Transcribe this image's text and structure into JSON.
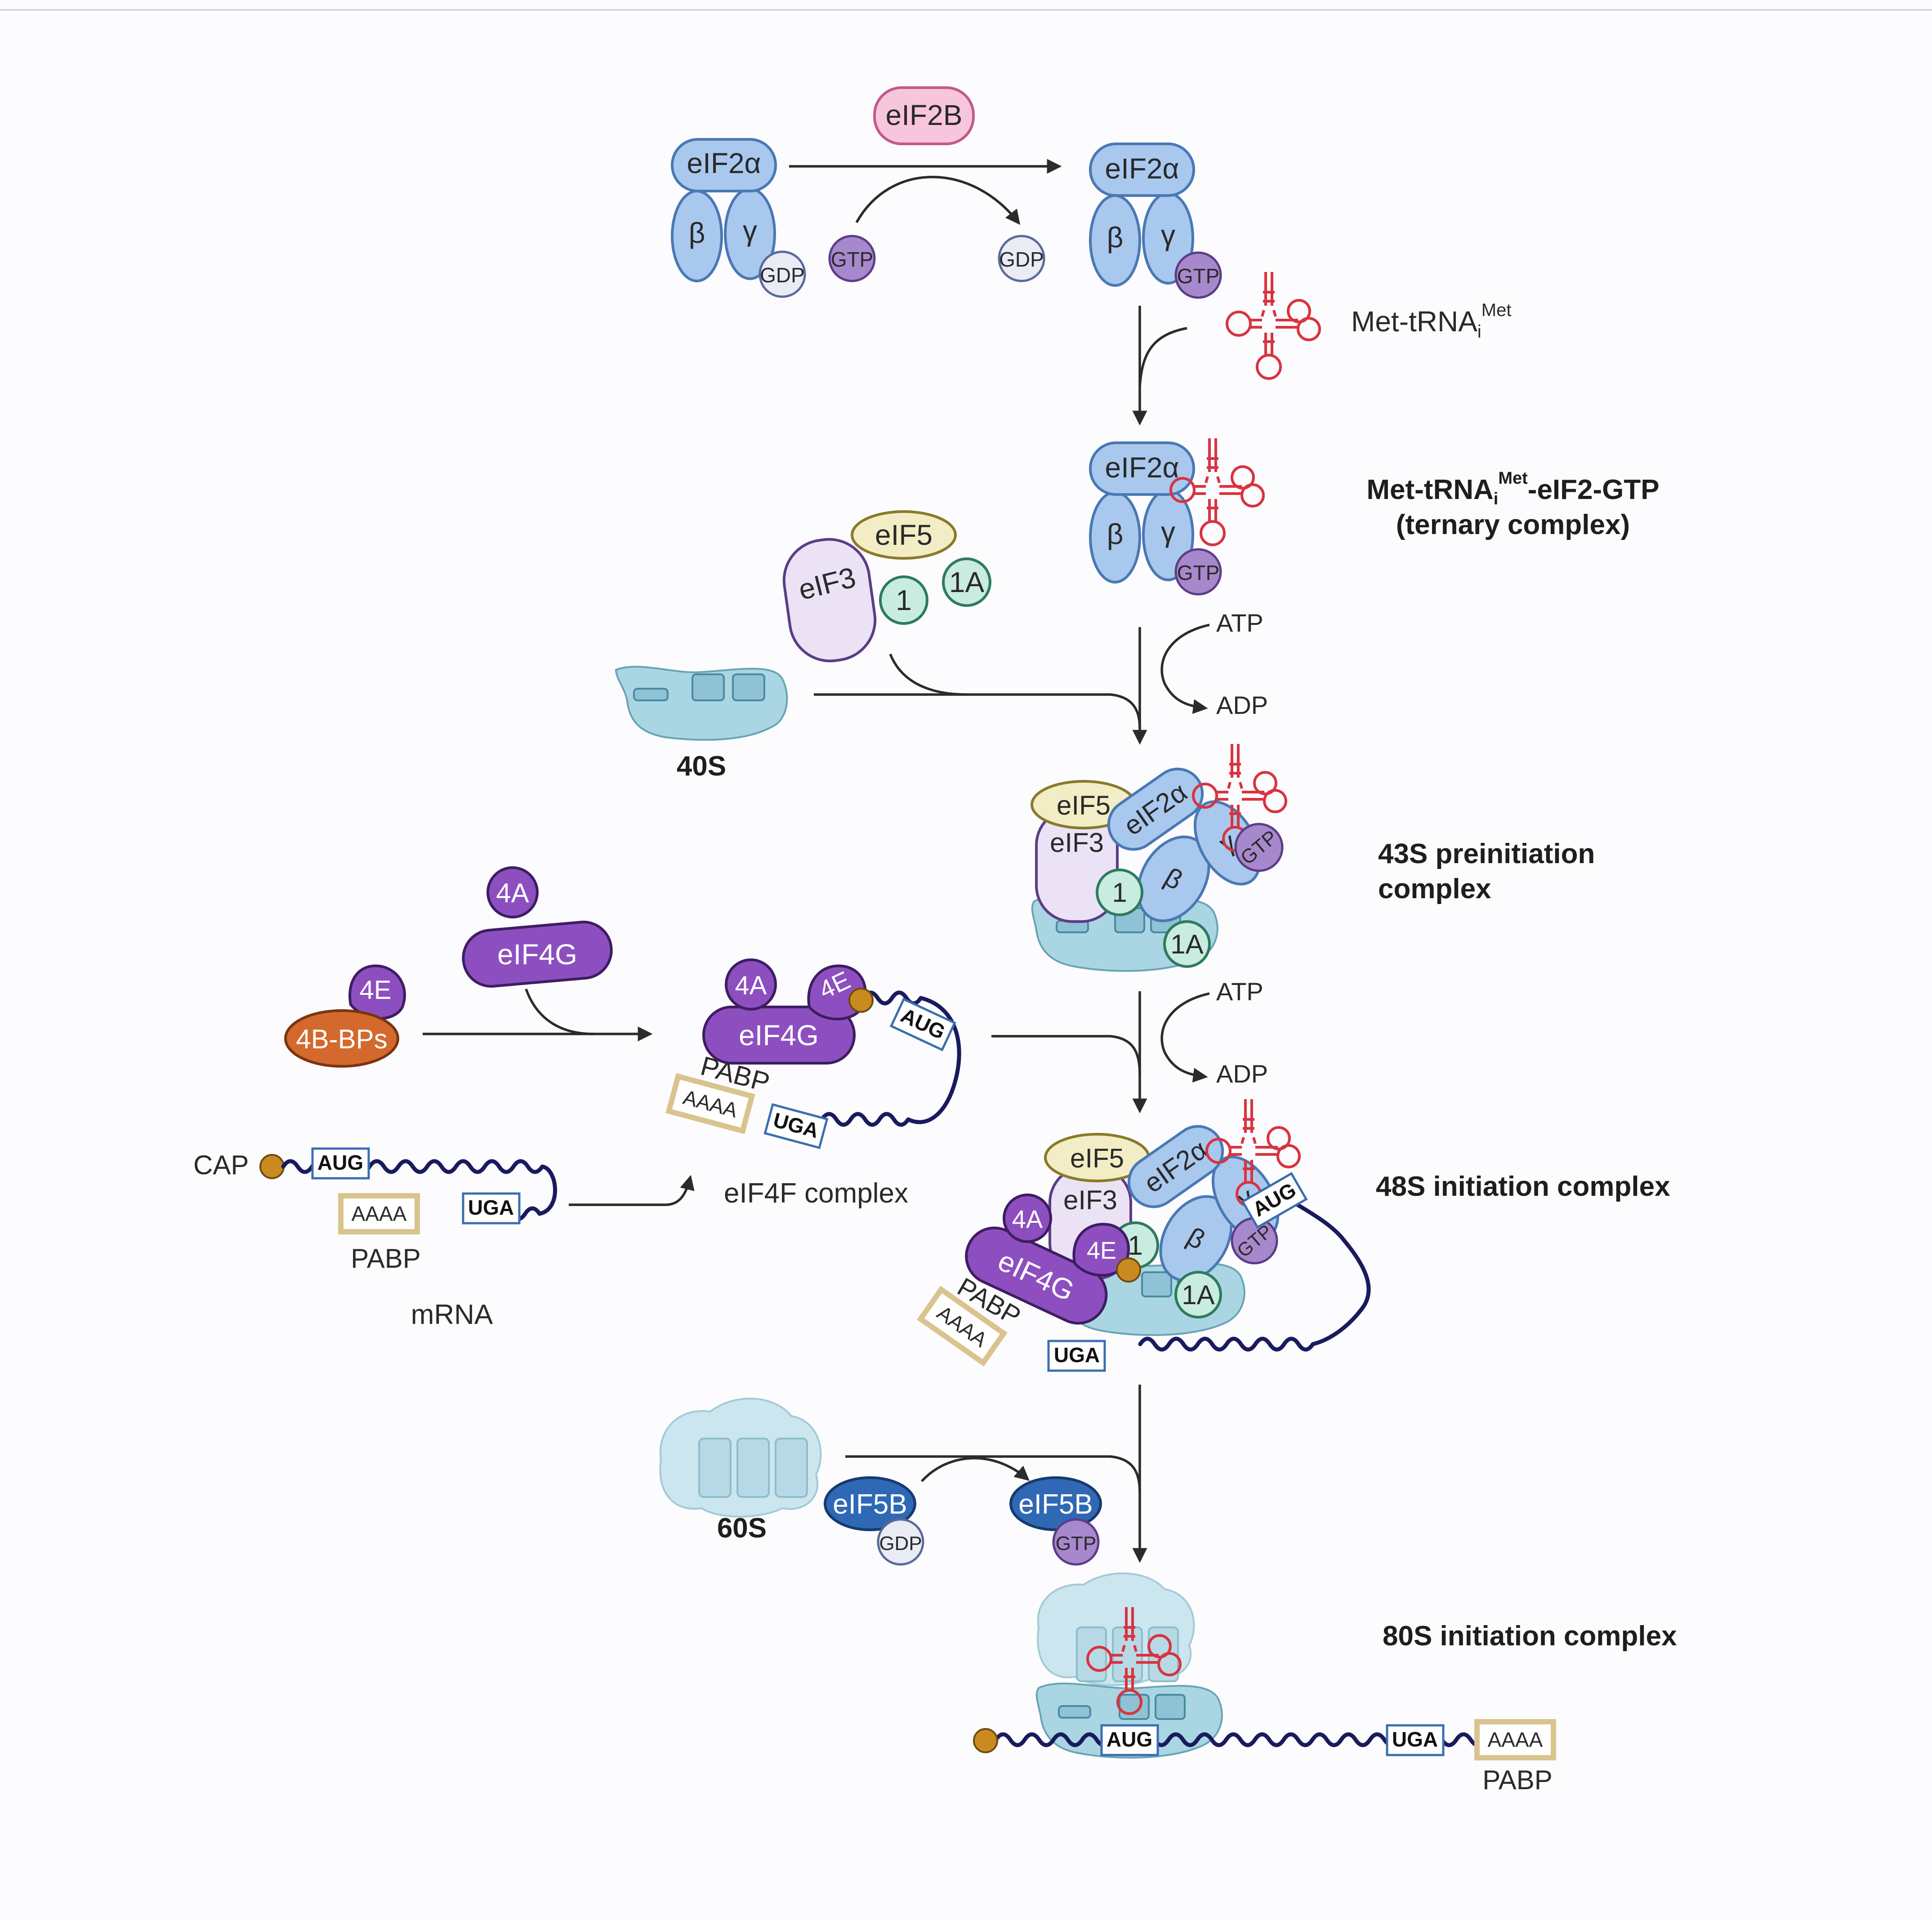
{
  "colors": {
    "eif2": "#a9c8ee",
    "eif2_stroke": "#4a78b5",
    "eif2b": "#f7c6dc",
    "gtp": "#a888cc",
    "gdp": "#e9ecf5",
    "eif4": "#8d4fbf",
    "eif4_stroke": "#3e1d63",
    "eif3": "#ece2f6",
    "eif5": "#f3edc6",
    "eif1": "#c8ecdf",
    "bp4": "#d4692d",
    "ribosome": "#a9d6e2",
    "eif5b": "#2f69b6",
    "cap": "#c98a1f",
    "trna": "#d9333f",
    "mrna": "#1a1a5e",
    "polya": "#d9c48f"
  },
  "labels": {
    "eif2a": "eIF2α",
    "beta": "β",
    "gamma": "γ",
    "gdp": "GDP",
    "gtp": "GTP",
    "eif2b": "eIF2B",
    "met_trna_base": "Met-tRNA",
    "met_trna_sub": "i",
    "met_trna_sup": "Met",
    "ternary_prefix": "Met-tRNA",
    "ternary_sub": "i",
    "ternary_sup": "Met",
    "ternary_suffix": "-eIF2-GTP",
    "ternary_line2": "(ternary complex)",
    "eif5": "eIF5",
    "eif3": "eIF3",
    "eif1": "1",
    "eif1a": "1A",
    "atp": "ATP",
    "adp": "ADP",
    "s40": "40S",
    "complex43_line1": "43S preinitiation",
    "complex43_line2": "complex",
    "eif4a": "4A",
    "eif4g": "eIF4G",
    "eif4e": "4E",
    "bp4": "4B-BPs",
    "aug": "AUG",
    "uga": "UGA",
    "pabp": "PABP",
    "polya": "AAAA",
    "cap": "CAP",
    "mrna": "mRNA",
    "eif4f_complex": "eIF4F complex",
    "complex48": "48S initiation complex",
    "s60": "60S",
    "eif5b": "eIF5B",
    "complex80": "80S initiation complex"
  }
}
